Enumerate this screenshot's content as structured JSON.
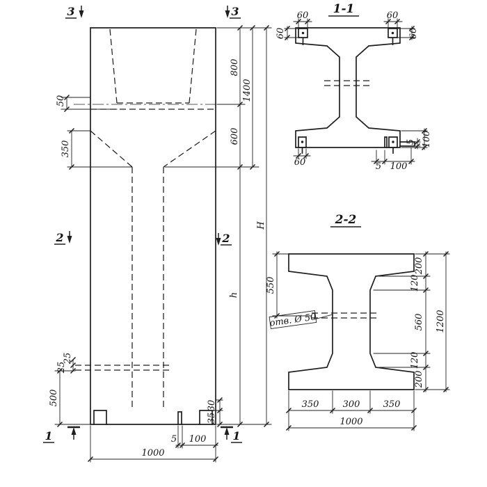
{
  "background": "#ffffff",
  "ink": "#1f1f1f",
  "elevation": {
    "markers": {
      "s1": "1",
      "s2": "2",
      "s3": "3"
    },
    "dims": {
      "d800": "800",
      "d1400": "1400",
      "d600": "600",
      "H": "H",
      "h": "h",
      "d50": "50",
      "d350": "350",
      "d25a": "25",
      "d25b": "25",
      "d500": "500",
      "d1000": "1000",
      "d5": "5",
      "d100": "100",
      "d30": "30",
      "d35": "35"
    }
  },
  "section_1_1": {
    "title": "1-1",
    "dims": {
      "top_left_60h": "60",
      "top_left_60v": "60",
      "top_right_60h": "60",
      "top_right_60v": "60",
      "bottom_left_60": "60",
      "right_100": "100",
      "right_5": "5",
      "bottom_5": "5",
      "bottom_100": "100"
    }
  },
  "section_2_2": {
    "title": "2-2",
    "hole_note": "отв. Ø 50",
    "dims": {
      "left_550": "550",
      "r200a": "200",
      "r120a": "120",
      "r560": "560",
      "r120b": "120",
      "r200b": "200",
      "r1200": "1200",
      "b350a": "350",
      "b300": "300",
      "b350b": "350",
      "b1000": "1000"
    }
  }
}
